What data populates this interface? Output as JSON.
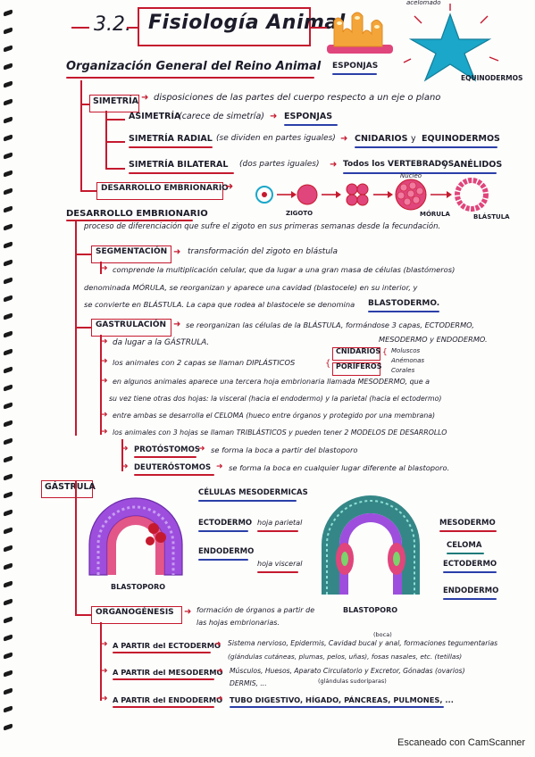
{
  "title": {
    "number": "3.2.",
    "text": "Fisiología Animal"
  },
  "header_labels": {
    "acoelomate": "acelomado",
    "sponges": "ESPONJAS",
    "echinoderms": "EQUINODERMOS"
  },
  "organization": {
    "heading": "Organización General del Reino Animal",
    "symmetry_label": "SIMETRÍA",
    "symmetry_def": "disposiciones de las partes del cuerpo respecto a un eje o plano",
    "asymmetry_label": "ASIMETRÍA",
    "asymmetry_detail": "(carece de simetría)",
    "asymmetry_result": "ESPONJAS",
    "radial_label": "SIMETRÍA RADIAL",
    "radial_detail": "(se dividen en partes iguales)",
    "radial_result_a": "CNIDARIOS",
    "radial_and": "y",
    "radial_result_b": "EQUINODERMOS",
    "bilateral_label": "SIMETRÍA BILATERAL",
    "bilateral_detail": "(dos partes iguales)",
    "bilateral_result_a": "Todos los VERTEBRADOS",
    "bilateral_and": "y",
    "bilateral_result_b": "ANÉLIDOS",
    "development_label": "DESARROLLO EMBRIONARIO"
  },
  "embryo_stages": {
    "zygote": "ZIGOTO",
    "nucleus": "Núcleo",
    "morula": "MÓRULA",
    "blastula": "BLÁSTULA"
  },
  "development": {
    "heading": "DESARROLLO EMBRIONARIO",
    "intro_line1": "proceso de diferenciación que sufre el zigoto en sus primeras semanas desde la fecundación.",
    "segmentation_label": "SEGMENTACIÓN",
    "segmentation_def": "transformación del zigoto en blástula",
    "seg_line1": "comprende la multiplicación celular, que da lugar a una gran masa de células (blastómeros)",
    "seg_line2": "denominada MÓRULA, se reorganizan y aparece una cavidad (blastocele) en su interior, y",
    "seg_line3": "se convierte en BLÁSTULA. La capa que rodea al blastocele se denomina",
    "seg_line3_bold": "BLASTODERMO.",
    "gastrulation_label": "GASTRULACIÓN",
    "gast_def": "se reorganizan las células de la BLÁSTULA, formándose 3 capas, ECTODERMO,",
    "gast_def2": "MESODERMO y ENDODERMO.",
    "gast_line1": "da lugar a la GÁSTRULA.",
    "diplo_line": "los animales con 2 capas se llaman DIPLÁSTICOS",
    "cnidarians": "CNIDARIOS",
    "porifera": "PORÍFEROS",
    "sub_moluscos": "Moluscos",
    "sub_anemonas": "Anémonas",
    "sub_corales": "Corales",
    "meso_line1": "en algunos animales aparece una tercera hoja embrionaria llamada MESODERMO, que a",
    "meso_line2": "su vez tiene otras dos hojas: la visceral (hacia el endodermo) y la parietal (hacia el ectodermo)",
    "coelom_line": "entre ambas se desarrolla el CELOMA (hueco entre órganos y protegido por una membrana)",
    "triplo_line": "los animales con 3 hojas se llaman TRIBLÁSTICOS y pueden tener 2 MODELOS DE DESARROLLO",
    "proto_label": "PROTÓSTOMOS",
    "proto_def": "se forma la boca a partir del blastoporo",
    "deutero_label": "DEUTERÓSTOMOS",
    "deutero_def": "se forma la boca en cualquier lugar diferente al blastoporo."
  },
  "gastrula": {
    "heading": "GÁSTRULA",
    "mesoderm_cells": "CÉLULAS MESODERMICAS",
    "ectoderm": "ECTODERMO",
    "endoderm": "ENDODERMO",
    "parietal": "hoja parietal",
    "visceral": "hoja visceral",
    "blastopore_left": "BLASTOPORO",
    "blastopore_right": "BLASTOPORO",
    "mesoderm_right": "MESODERMO",
    "coelom_right": "CELOMA",
    "ectoderm_right": "ECTODERMO",
    "endoderm_right": "ENDODERMO"
  },
  "organogenesis": {
    "label": "ORGANOGÉNESIS",
    "def_line1": "formación de órganos a partir de",
    "def_line2": "las hojas embrionarias.",
    "ecto_label": "A PARTIR del ECTODERMO",
    "ecto_line1": "Sistema nervioso, Epidermis, Cavidad bucal y anal, formaciones tegumentarias",
    "ecto_note_top": "(boca)",
    "ecto_line2": "(glándulas cutáneas, plumas, pelos, uñas), fosas nasales, etc. (tetillas)",
    "meso_label": "A PARTIR del MESODERMO",
    "meso_line1": "Músculos, Huesos, Aparato Circulatorio y Excretor, Gónadas (ovarios)",
    "meso_line2": "DERMIS, ...",
    "meso_note": "(glándulas sudoríparas)",
    "endo_label": "A PARTIR del ENDODERMO",
    "endo_line1": "TUBO DIGESTIVO, HÍGADO, PÁNCREAS, PULMONES, ..."
  },
  "footer": "Escaneado con CamScanner",
  "colors": {
    "red": "#c51a2e",
    "blue": "#2b3fa8",
    "ink": "#1c1c2a",
    "purple": "#9d4edd",
    "teal": "#1f7a7a",
    "pink": "#e0457b",
    "orange": "#f4a53a",
    "cyan": "#1aa7c9"
  }
}
